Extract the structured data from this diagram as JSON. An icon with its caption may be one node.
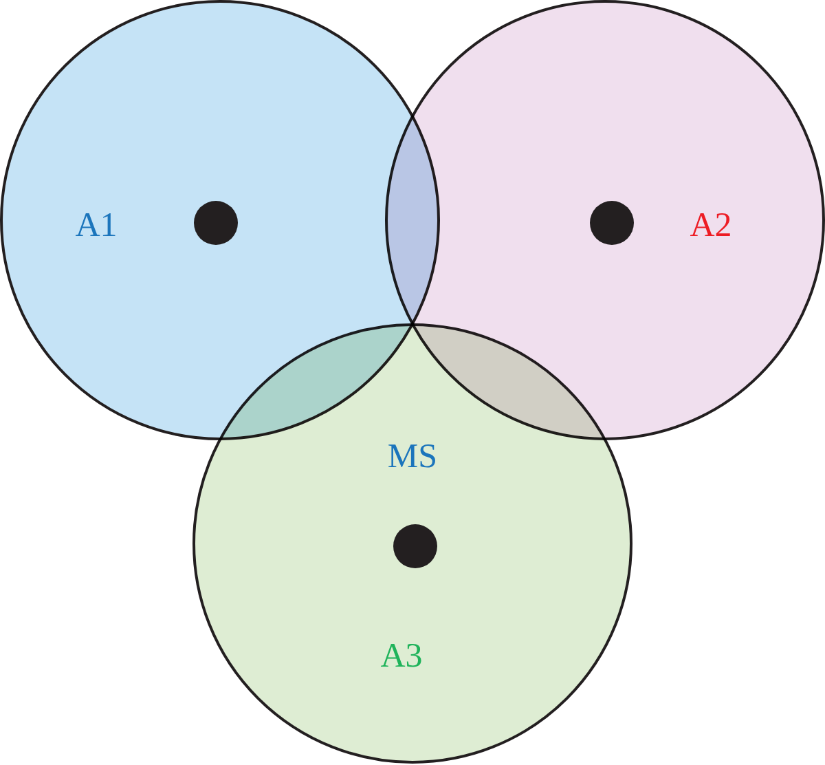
{
  "diagram": {
    "nodes": [
      {
        "text": [
          "A1"
        ]
      },
      {
        "text": [
          "A2"
        ]
      },
      {
        "text": [
          "A3"
        ]
      }
    ],
    "labels": [
      "MS"
    ]
  }
}
